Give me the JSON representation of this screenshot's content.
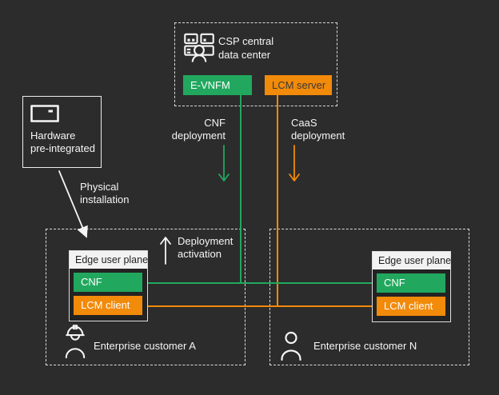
{
  "colors": {
    "bg": "#2c2c2c",
    "green": "#21a85e",
    "orange": "#f28a0a",
    "text": "#f5f5f5",
    "dash": "#dcdcdc",
    "edge-header-bg": "#f2f2f2",
    "edge-header-text": "#1f1f1f",
    "lcm-server-text": "#3a3a3a"
  },
  "icons": {
    "csp": "operator-screens-icon",
    "hardware": "hardware-box-icon",
    "customer_a": "worker-hardhat-icon",
    "customer_n": "person-icon",
    "arrows": [
      "cnf-deployment-arrow-down",
      "caas-deployment-arrow-down",
      "deployment-activation-arrow-up",
      "physical-installation-arrow-diagonal"
    ]
  },
  "csp": {
    "title_line1": "CSP central",
    "title_line2": "data center",
    "evnfm_label": "E-VNFM",
    "lcm_server_label": "LCM server"
  },
  "hardware": {
    "line1": "Hardware",
    "line2": "pre-integrated"
  },
  "annotations": {
    "cnf_deployment_line1": "CNF",
    "cnf_deployment_line2": "deployment",
    "caas_deployment_line1": "CaaS",
    "caas_deployment_line2": "deployment",
    "physical_installation_line1": "Physical",
    "physical_installation_line2": "installation",
    "deployment_activation_line1": "Deployment",
    "deployment_activation_line2": "activation"
  },
  "customer_a": {
    "name": "Enterprise customer A",
    "edge": {
      "header": "Edge user plane",
      "cnf": "CNF",
      "lcm_client": "LCM client"
    }
  },
  "customer_n": {
    "name": "Enterprise customer N",
    "edge": {
      "header": "Edge user plane",
      "cnf": "CNF",
      "lcm_client": "LCM client"
    }
  }
}
